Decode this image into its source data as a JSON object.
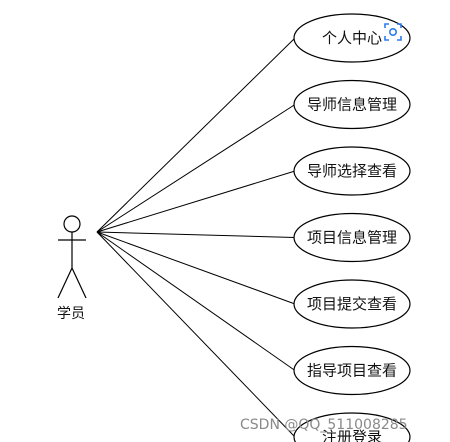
{
  "diagram": {
    "type": "use-case",
    "actor": {
      "name": "学员"
    },
    "use_cases": [
      {
        "label": "个人中心"
      },
      {
        "label": "导师信息管理"
      },
      {
        "label": "导师选择查看"
      },
      {
        "label": "项目信息管理"
      },
      {
        "label": "项目提交查看"
      },
      {
        "label": "指导项目查看"
      },
      {
        "label": "注册登录"
      }
    ],
    "line_color": "#000000"
  },
  "watermark": {
    "text": "CSDN @QQ_511008285"
  },
  "icons": {
    "corner_badge": "scan-icon"
  }
}
